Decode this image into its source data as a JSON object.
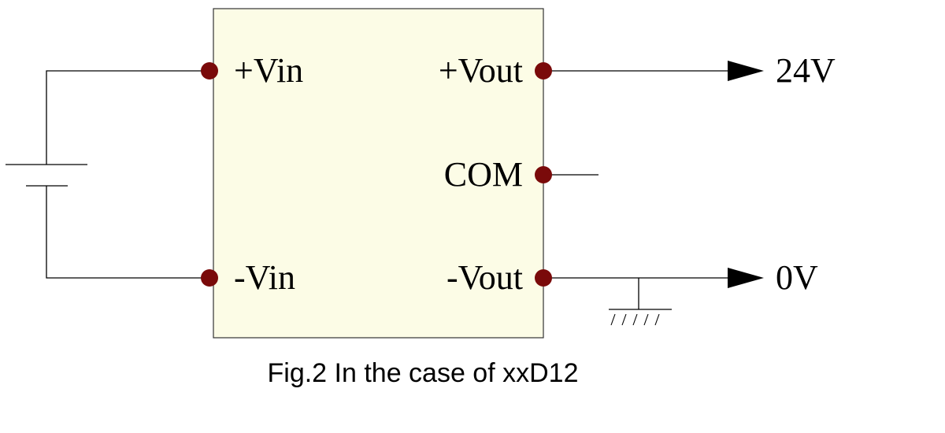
{
  "colors": {
    "module_fill": "#fcfce6",
    "module_stroke": "#333333",
    "pin_fill": "#7a0a0a",
    "wire": "#000000",
    "text": "#000000"
  },
  "module": {
    "pins": {
      "vin_pos": "+Vin",
      "vin_neg": "-Vin",
      "vout_pos": "+Vout",
      "com": "COM",
      "vout_neg": "-Vout"
    }
  },
  "outputs": {
    "positive_label": "24V",
    "negative_label": "0V"
  },
  "source": {
    "symbol": "battery-icon"
  },
  "ground": {
    "symbol": "ground-icon"
  },
  "caption": "Fig.2 In the case of xxD12"
}
